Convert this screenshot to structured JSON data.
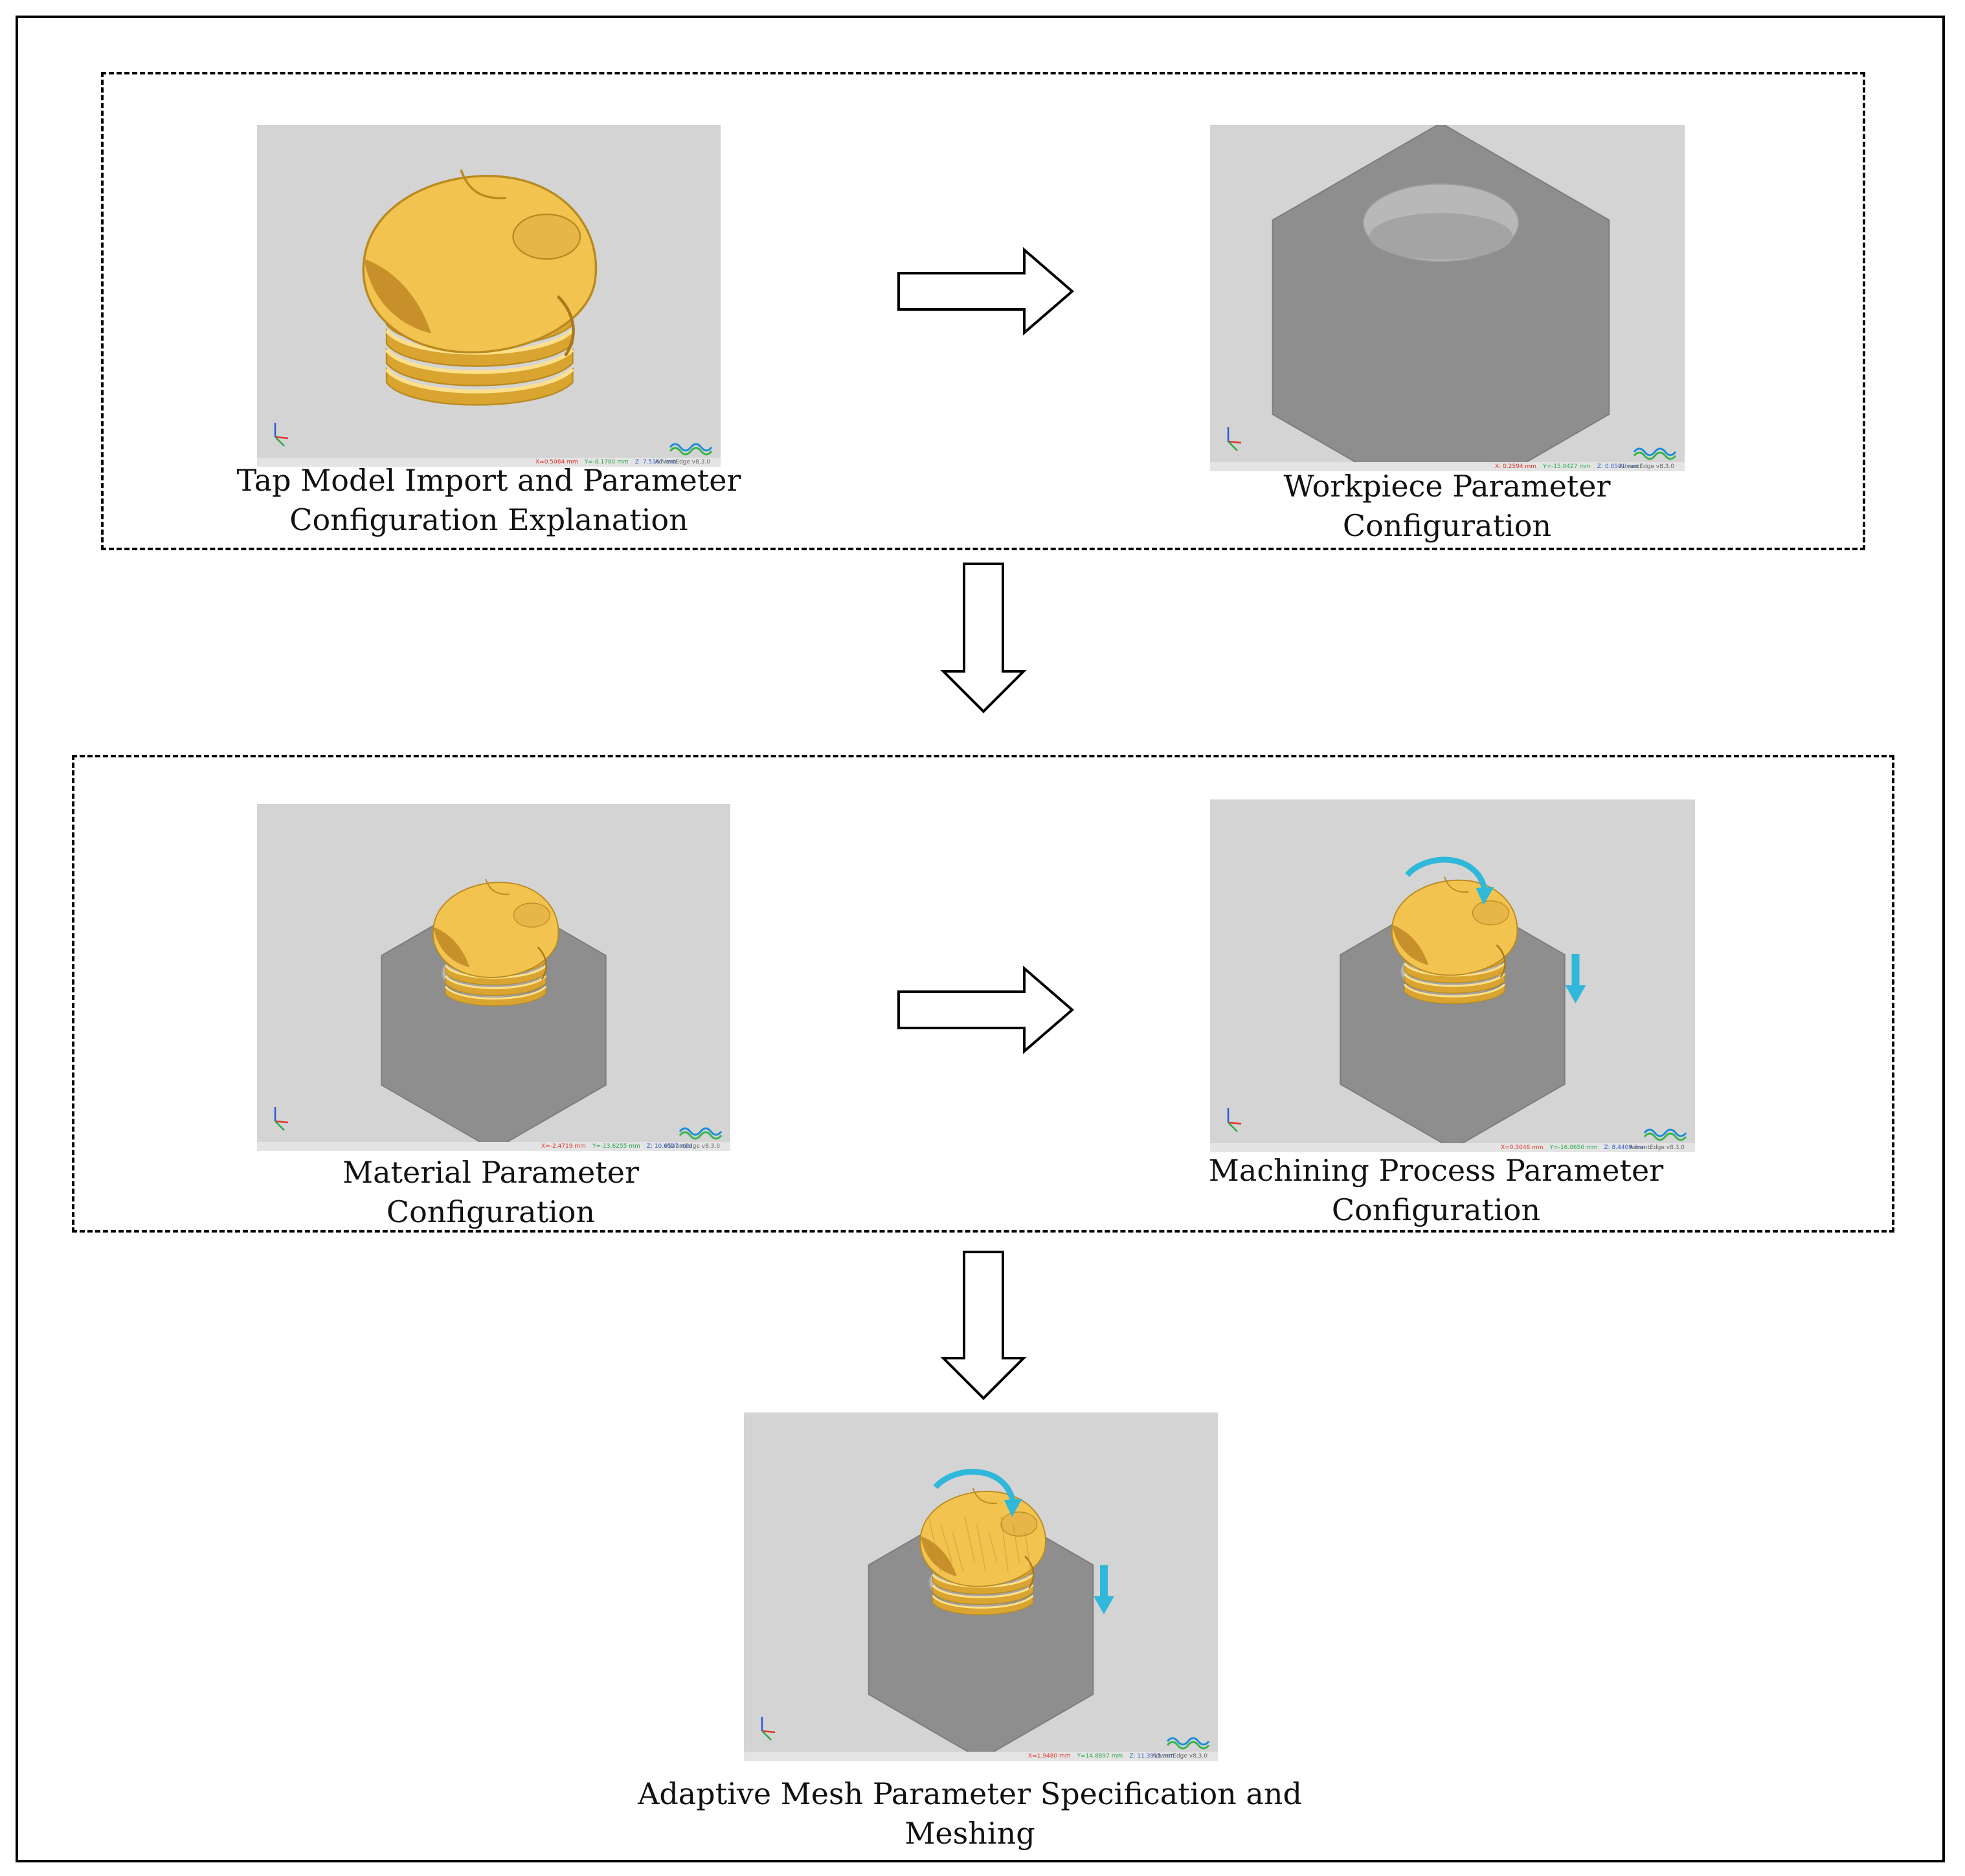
{
  "colors": {
    "panel_bg": "#d4d4d4",
    "statusbar_bg": "#e4e4e4",
    "workpiece_gray": "#8e8e8e",
    "tap_gold": "#f2c34e",
    "motion_arrow_cyan": "#2fb8da",
    "coord_x": "#e0342a",
    "coord_y": "#2aa74a",
    "coord_z": "#2a5bd1",
    "border": "#000000"
  },
  "steps": [
    {
      "caption_lines": [
        "Tap Model Import and Parameter",
        "Configuration Explanation"
      ],
      "view": "tap-only",
      "status": {
        "x": "X=0.5084 mm",
        "y": "Y=-8.1780 mm",
        "z": "Z: 7.5367 mm",
        "app": "AdvantEdge v8.3.0"
      }
    },
    {
      "caption_lines": [
        "Workpiece Parameter",
        "Configuration"
      ],
      "view": "workpiece-only",
      "status": {
        "x": "X: 0.2594 mm",
        "y": "Y=-15.0427 mm",
        "z": "Z: 0.0501 mm",
        "app": "AdvantEdge v8.3.0"
      }
    },
    {
      "caption_lines": [
        "Material Parameter",
        "Configuration"
      ],
      "view": "tap-on-workpiece",
      "status": {
        "x": "X=-2.4719 mm",
        "y": "Y=-13.6255 mm",
        "z": "Z: 10.6527 mm",
        "app": "AdvantEdge v8.3.0"
      }
    },
    {
      "caption_lines": [
        "Machining Process Parameter",
        "Configuration"
      ],
      "view": "tap-on-workpiece-with-motion",
      "status": {
        "x": "X=0.3046 mm",
        "y": "Y=-16.0650 mm",
        "z": "Z: 8.4409 mm",
        "app": "AdvantEdge v8.3.0"
      }
    },
    {
      "caption_lines": [
        "Adaptive Mesh Parameter Specification and",
        "Meshing"
      ],
      "view": "meshed-tap-with-motion",
      "status": {
        "x": "X=1.9480 mm",
        "y": "Y=14.8897 mm",
        "z": "Z: 11.3911 mm",
        "app": "AdvantEdge v8.3.0"
      }
    }
  ]
}
